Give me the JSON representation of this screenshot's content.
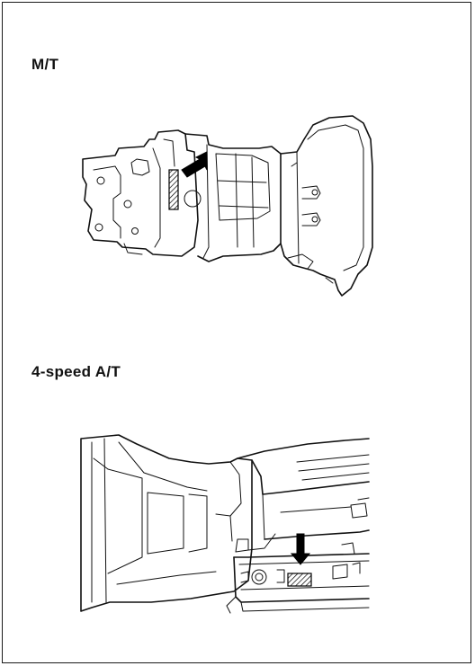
{
  "sections": [
    {
      "label": "M/T"
    },
    {
      "label": "4-speed A/T"
    }
  ],
  "colors": {
    "line": "#111111",
    "background": "#ffffff",
    "arrow": "#000000"
  },
  "icons": [
    "mt-transmission-drawing",
    "at-transmission-drawing",
    "pointer-arrow-icon",
    "hatched-id-plate"
  ]
}
